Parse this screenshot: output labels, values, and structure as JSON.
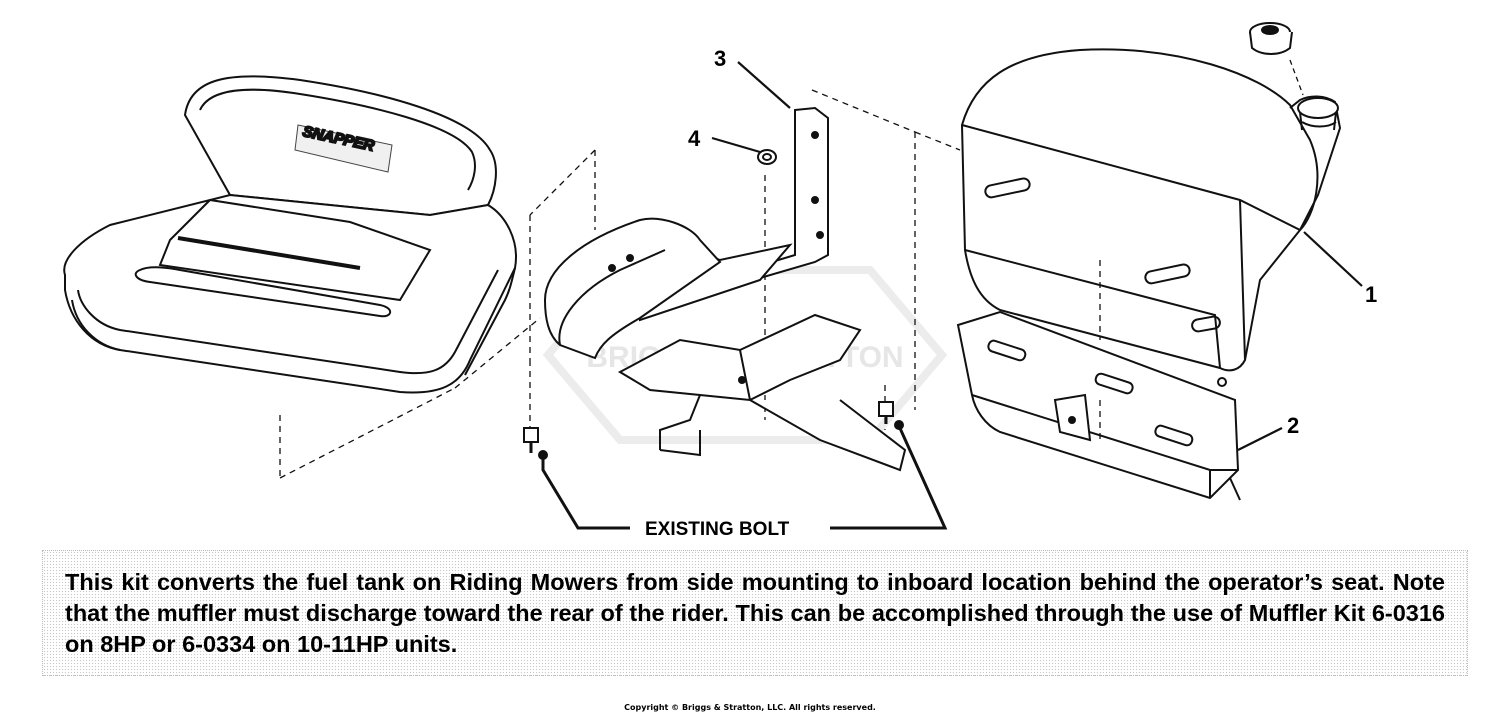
{
  "diagram": {
    "brand_label": "SNAPPER",
    "watermark": "BRIGGS & STRATTON",
    "callouts": [
      {
        "id": "1",
        "label": "1"
      },
      {
        "id": "2",
        "label": "2"
      },
      {
        "id": "3",
        "label": "3"
      },
      {
        "id": "4",
        "label": "4"
      }
    ],
    "bolt_label": "EXISTING BOLT"
  },
  "note": {
    "text": "This kit converts the fuel tank on Riding Mowers from side mounting to inboard location behind the operator’s seat. Note that the muffler must discharge toward the rear of the rider. This can be accomplished through the use of Muffler Kit 6-0316 on 8HP or 6-0334 on 10-11HP units."
  },
  "footer": {
    "copyright": "Copyright © Briggs & Stratton, LLC. All rights reserved."
  }
}
